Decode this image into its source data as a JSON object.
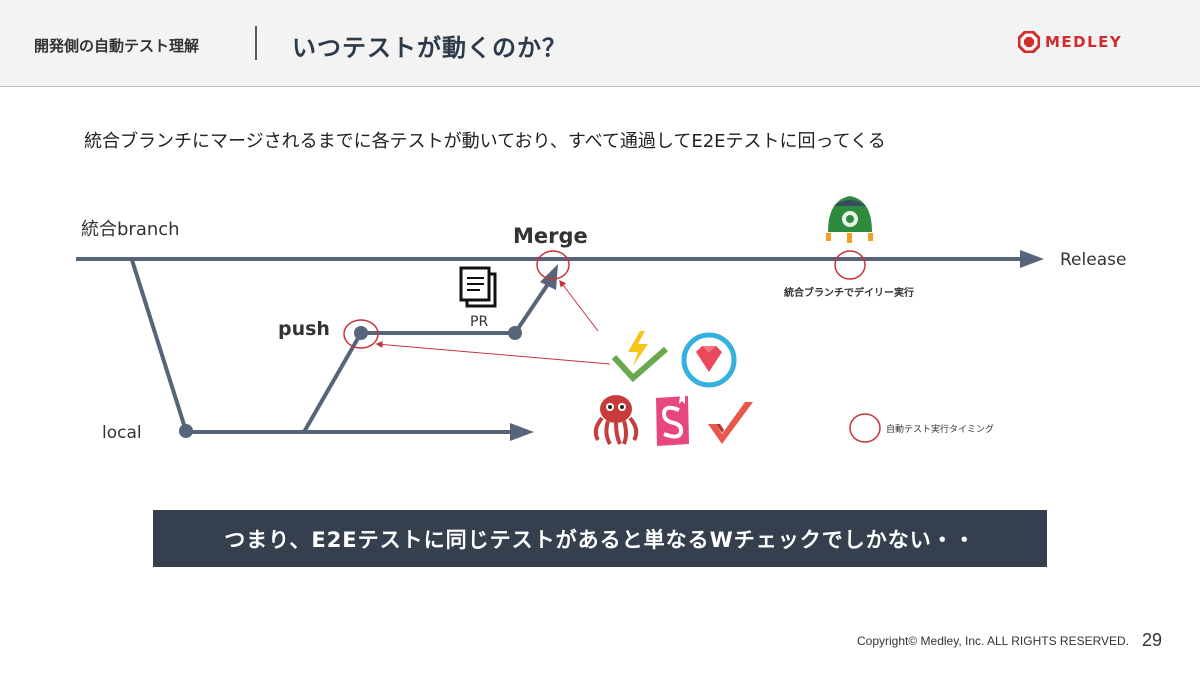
{
  "header": {
    "section_label": "開発側の自動テスト理解",
    "title": "いつテストが動くのか？",
    "logo_text": "MEDLEY"
  },
  "lead_text": "統合ブランチにマージされるまでに各テストが動いており、すべて通過してE2Eテストに回ってくる",
  "diagram": {
    "labels": {
      "integration_branch": "統合branch",
      "merge": "Merge",
      "release": "Release",
      "push": "push",
      "pr": "PR",
      "local": "local",
      "daily_run": "統合ブランチでデイリー実行",
      "legend": "自動テスト実行タイミング"
    },
    "icons": [
      "document-icon",
      "rocket-icon",
      "test-tool-logo-icon",
      "ruby-gem-icon",
      "octopus-icon",
      "storybook-icon",
      "checkmark-logo-icon"
    ],
    "colors": {
      "line": "#56657a",
      "marker": "#c8323c",
      "box": "#353f4e"
    }
  },
  "conclusion": "つまり、E2Eテストに同じテストがあると単なるWチェックでしかない・・",
  "footer": {
    "copyright": "Copyright© Medley, Inc. ALL RIGHTS RESERVED.",
    "page_number": "29"
  }
}
